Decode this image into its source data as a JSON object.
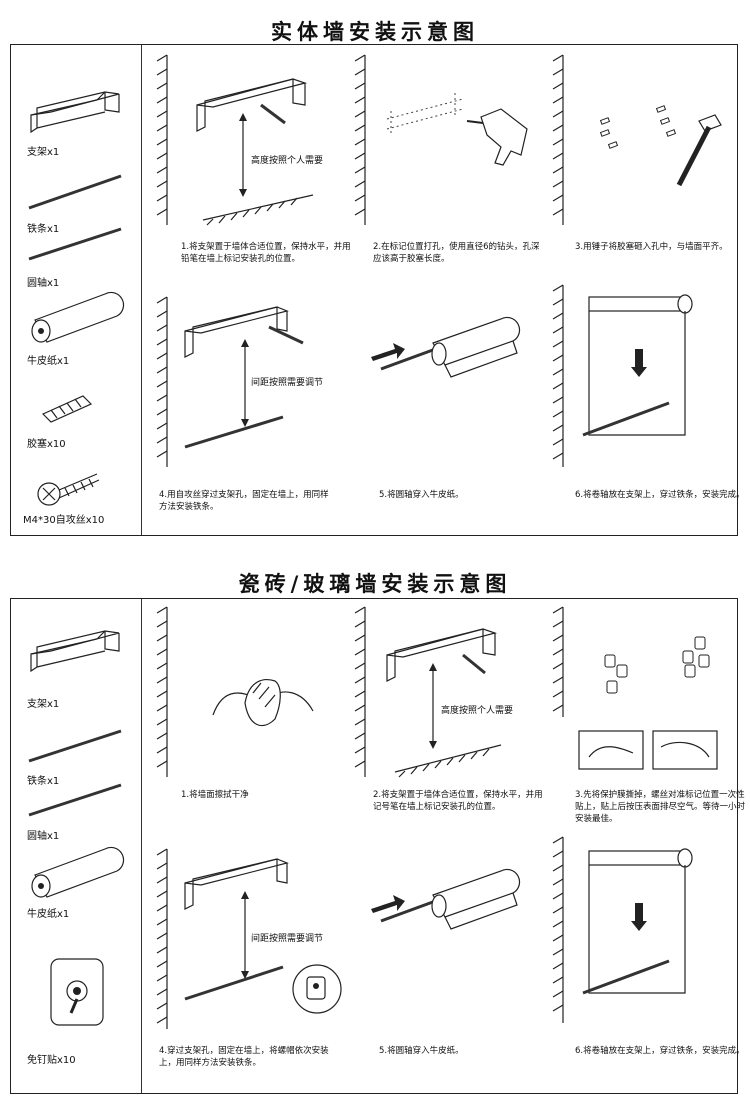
{
  "section1": {
    "title": "实体墙安装示意图",
    "parts": [
      {
        "label": "支架x1",
        "icon": "bracket-icon"
      },
      {
        "label": "铁条x1",
        "icon": "iron-bar-icon"
      },
      {
        "label": "圆轴x1",
        "icon": "round-shaft-icon"
      },
      {
        "label": "牛皮纸x1",
        "icon": "kraft-paper-roll-icon"
      },
      {
        "label": "胶塞x10",
        "icon": "wall-plug-icon"
      },
      {
        "label": "M4*30自攻丝x10",
        "icon": "self-tapping-screw-icon"
      }
    ],
    "height_label": "高度按照个人需要",
    "spacing_label": "间距按照需要调节",
    "steps": [
      "1.将支架置于墙体合适位置，保持水平，并用铅笔在墙上标记安装孔的位置。",
      "2.在标记位置打孔，使用直径6的钻头，孔深应该高于胶塞长度。",
      "3.用锤子将胶塞砸入孔中，与墙面平齐。",
      "4.用自攻丝穿过支架孔，固定在墙上，用同样方法安装铁条。",
      "5.将圆轴穿入牛皮纸。",
      "6.将卷轴放在支架上，穿过铁条，安装完成。"
    ]
  },
  "section2": {
    "title": "瓷砖/玻璃墙安装示意图",
    "parts": [
      {
        "label": "支架x1",
        "icon": "bracket-icon"
      },
      {
        "label": "铁条x1",
        "icon": "iron-bar-icon"
      },
      {
        "label": "圆轴x1",
        "icon": "round-shaft-icon"
      },
      {
        "label": "牛皮纸x1",
        "icon": "kraft-paper-roll-icon"
      },
      {
        "label": "免钉贴x10",
        "icon": "adhesive-hook-icon"
      }
    ],
    "height_label": "高度按照个人需要",
    "spacing_label": "间距按照需要调节",
    "steps": [
      "1.将墙面擦拭干净",
      "2.将支架置于墙体合适位置，保持水平，并用记号笔在墙上标记安装孔的位置。",
      "3.先将保护膜撕掉，螺丝对准标记位置一次性贴上，贴上后按压表面排尽空气。等待一小时安装最佳。",
      "4.穿过支架孔，固定在墙上，将螺帽依次安装上，用同样方法安装铁条。",
      "5.将圆轴穿入牛皮纸。",
      "6.将卷轴放在支架上，穿过铁条，安装完成。"
    ]
  }
}
